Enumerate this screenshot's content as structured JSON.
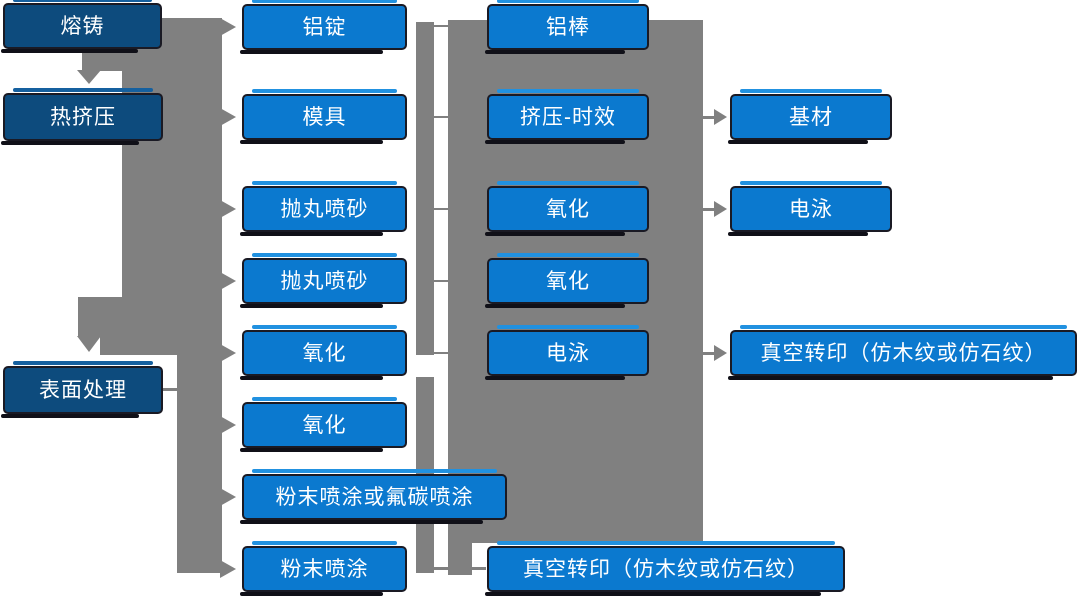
{
  "diagram_title": "aluminum-profile-production-process-flow",
  "colors": {
    "stage_fill": "#0d4b7d",
    "process_fill": "#0b79cf",
    "connector": "#808080",
    "border": "#1a1a24",
    "text": "#ffffff",
    "highlight": "#2191e0",
    "stage_highlight": "#15609f",
    "shadow": "#101018"
  },
  "nodes": {
    "melting_casting": "熔铸",
    "hot_extrusion": "热挤压",
    "surface_treatment": "表面处理",
    "aluminum_ingot": "铝锭",
    "mold": "模具",
    "shot_blasting_1": "抛丸喷砂",
    "shot_blasting_2": "抛丸喷砂",
    "oxidation_1": "氧化",
    "oxidation_2": "氧化",
    "powder_fluorocarbon_coating": "粉末喷涂或氟碳喷涂",
    "powder_coating": "粉末喷涂",
    "aluminum_rod": "铝棒",
    "extrusion_aging": "挤压-时效",
    "oxidation_3": "氧化",
    "oxidation_4": "氧化",
    "electrophoresis_1": "电泳",
    "vacuum_transfer_print_1": "真空转印（仿木纹或仿石纹）",
    "base_material": "基材",
    "electrophoresis_2": "电泳",
    "vacuum_transfer_print_2": "真空转印（仿木纹或仿石纹）"
  }
}
